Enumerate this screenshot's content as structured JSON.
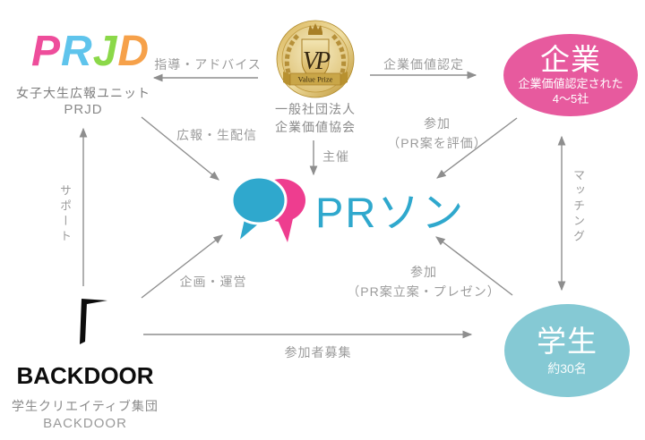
{
  "nodes": {
    "prjd": {
      "letters": [
        "P",
        "R",
        "J",
        "D"
      ],
      "letter_colors": [
        "#ee4d9b",
        "#5fc4ec",
        "#8bd849",
        "#f6a14a"
      ],
      "subtitle_line1": "女子大生広報ユニット",
      "subtitle_line2": "PRJD"
    },
    "value_prize": {
      "monogram": "VP",
      "ribbon": "Value Prize",
      "subtitle_line1": "一般社団法人",
      "subtitle_line2": "企業価値協会"
    },
    "company": {
      "title": "企業",
      "desc_line1": "企業価値認定された",
      "desc_line2": "4〜5社",
      "fill": "#e75a9e"
    },
    "prson": {
      "wordmark": "PRソン",
      "blue": "#2fa8cd",
      "pink": "#ee3d8f"
    },
    "backdoor": {
      "wordmark": "BACKDOOR",
      "subtitle_line1": "学生クリエイティブ集団",
      "subtitle_line2": "BACKDOOR"
    },
    "students": {
      "title": "学生",
      "desc_line1": "約30名",
      "fill": "#85c9d4"
    }
  },
  "edges": {
    "guidance": {
      "label": "指導・アドバイス"
    },
    "certification": {
      "label": "企業価値認定"
    },
    "host": {
      "label": "主催"
    },
    "publicity": {
      "label": "広報・生配信"
    },
    "participate_evaluate": {
      "label_line1": "参加",
      "label_line2": "（PR案を評価）"
    },
    "support": {
      "label": "サポート"
    },
    "matching": {
      "label": "マッチング"
    },
    "planning": {
      "label": "企画・運営"
    },
    "participate_propose": {
      "label_line1": "参加",
      "label_line2": "（PR案立案・プレゼン）"
    },
    "recruiting": {
      "label": "参加者募集"
    }
  },
  "palette": {
    "arrow_gray": "#8e8e8e",
    "label_gray": "#9b9b9b",
    "badge_gold": "#c9a648"
  }
}
